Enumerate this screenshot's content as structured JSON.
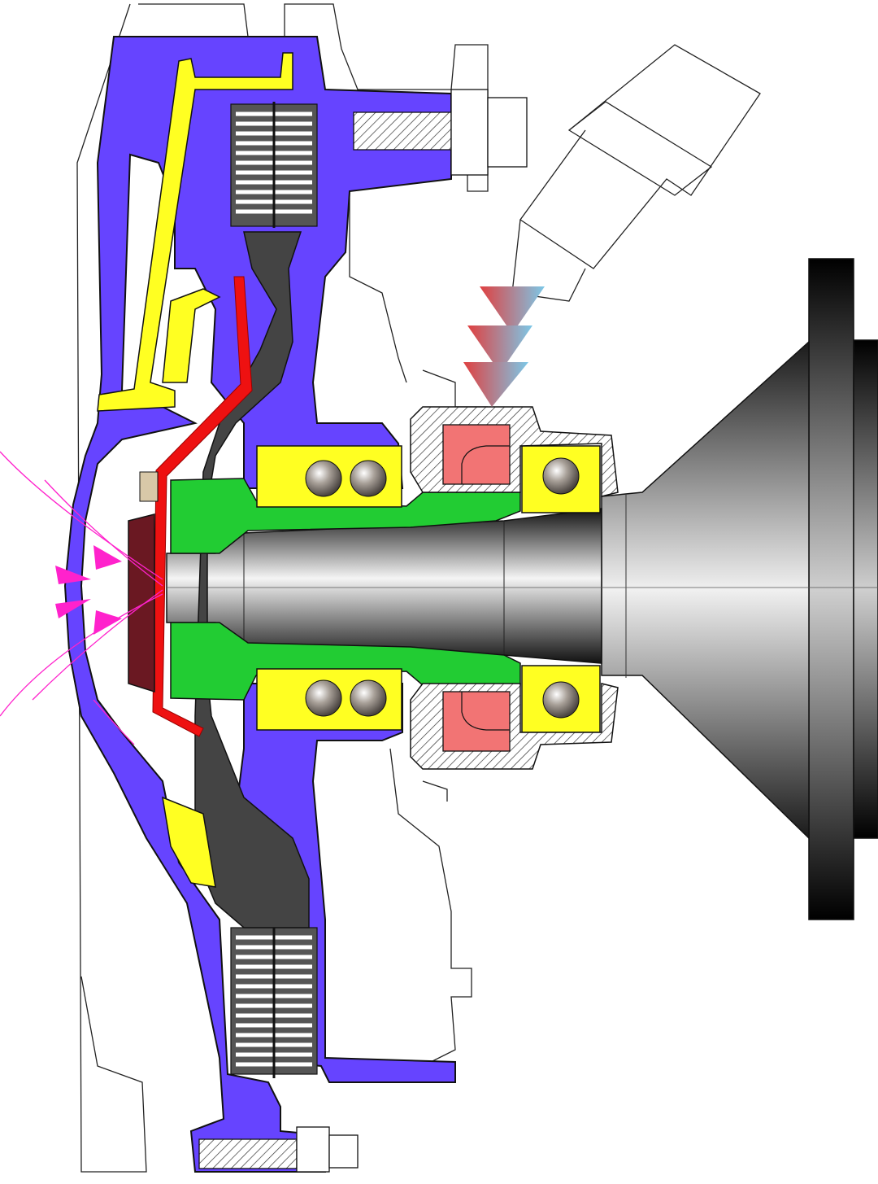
{
  "diagram": {
    "kind": "fan-clutch-cross-section",
    "labels_present": false,
    "colors": {
      "background": "#ffffff",
      "outline": "#111111",
      "housing": "#6644ff",
      "spring_lever": "#ffff22",
      "hub": "#22cc33",
      "disc": "#444444",
      "valve_strip": "#ee1111",
      "bearing_race": "#ffff22",
      "bearing_ball": "#9a9088",
      "seal_block": "#f27474",
      "bimetal": "#6a1822",
      "airflow": "#ff22cc",
      "heat_arrow_top": "#e04040",
      "heat_arrow_bottom": "#7cc8e8"
    },
    "parts": [
      {
        "id": "housing",
        "icon": "clutch-housing"
      },
      {
        "id": "cooling-fins",
        "icon": "fin-stack"
      },
      {
        "id": "spring-lever",
        "icon": "lever"
      },
      {
        "id": "clutch-disc",
        "icon": "disc"
      },
      {
        "id": "valve-strip",
        "icon": "strip"
      },
      {
        "id": "hub",
        "icon": "hub"
      },
      {
        "id": "shaft",
        "icon": "shaft"
      },
      {
        "id": "flange",
        "icon": "flange"
      },
      {
        "id": "ball-bearings",
        "icon": "bearing"
      },
      {
        "id": "bracket",
        "icon": "bracket"
      },
      {
        "id": "bimetal-coil",
        "icon": "bimetal"
      },
      {
        "id": "airflow-arrows",
        "icon": "air-arrow"
      },
      {
        "id": "heat-arrows",
        "icon": "heat-arrow"
      }
    ]
  }
}
